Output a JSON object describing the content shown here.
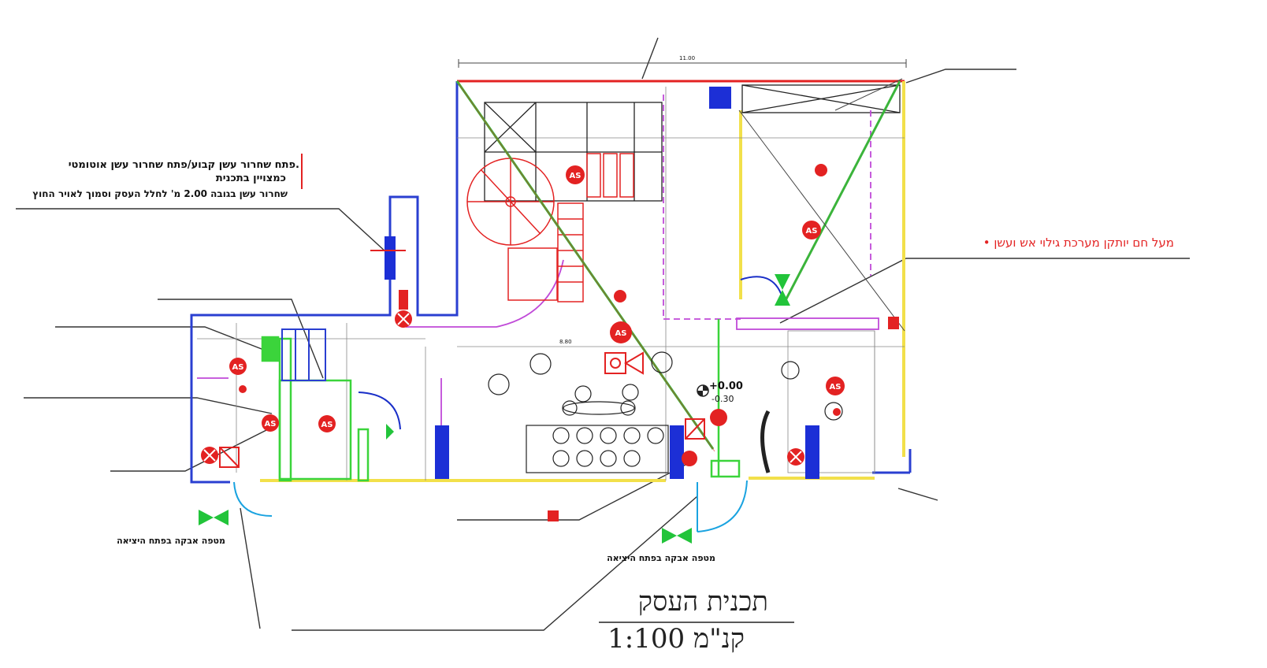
{
  "title": "תכנית העסק",
  "scale": "קנ\"מ 1:100",
  "annotations": {
    "smoke_vent_1": "פתח שחרור עשן קבוע/פתח שחרור עשן אוטומטי.",
    "smoke_vent_2": "כמצויין בתכנית",
    "smoke_vent_3": "שחרור עשן בגובה 2.00 מ' לחלל העסק וסמוך לאויר החוץ",
    "detection_system": "• מעל חם יותקן מערכת גילוי אש ועשן",
    "extinguisher_left": "מטפה אבקה בפתח היציאה",
    "extinguisher_right": "מטפה אבקה בפתח היציאה",
    "marker_elevation_top": "+0.00",
    "marker_elevation_bottom": "-0.30",
    "hydrant_label": "AS",
    "dim_top": "11.00",
    "dim_mid": "8.80"
  },
  "colors": {
    "wall": "#2a3fd1",
    "fire": "#e32222",
    "equipment": "#2bc42b",
    "exit_path": "#f2e04a",
    "partition": "#c04ad8",
    "door": "#1aa3e0",
    "furniture": "#222222"
  },
  "icons": [
    "fire-extinguisher-icon",
    "hydrant-as-icon",
    "exit-arrow-icon",
    "smoke-detector-icon"
  ]
}
